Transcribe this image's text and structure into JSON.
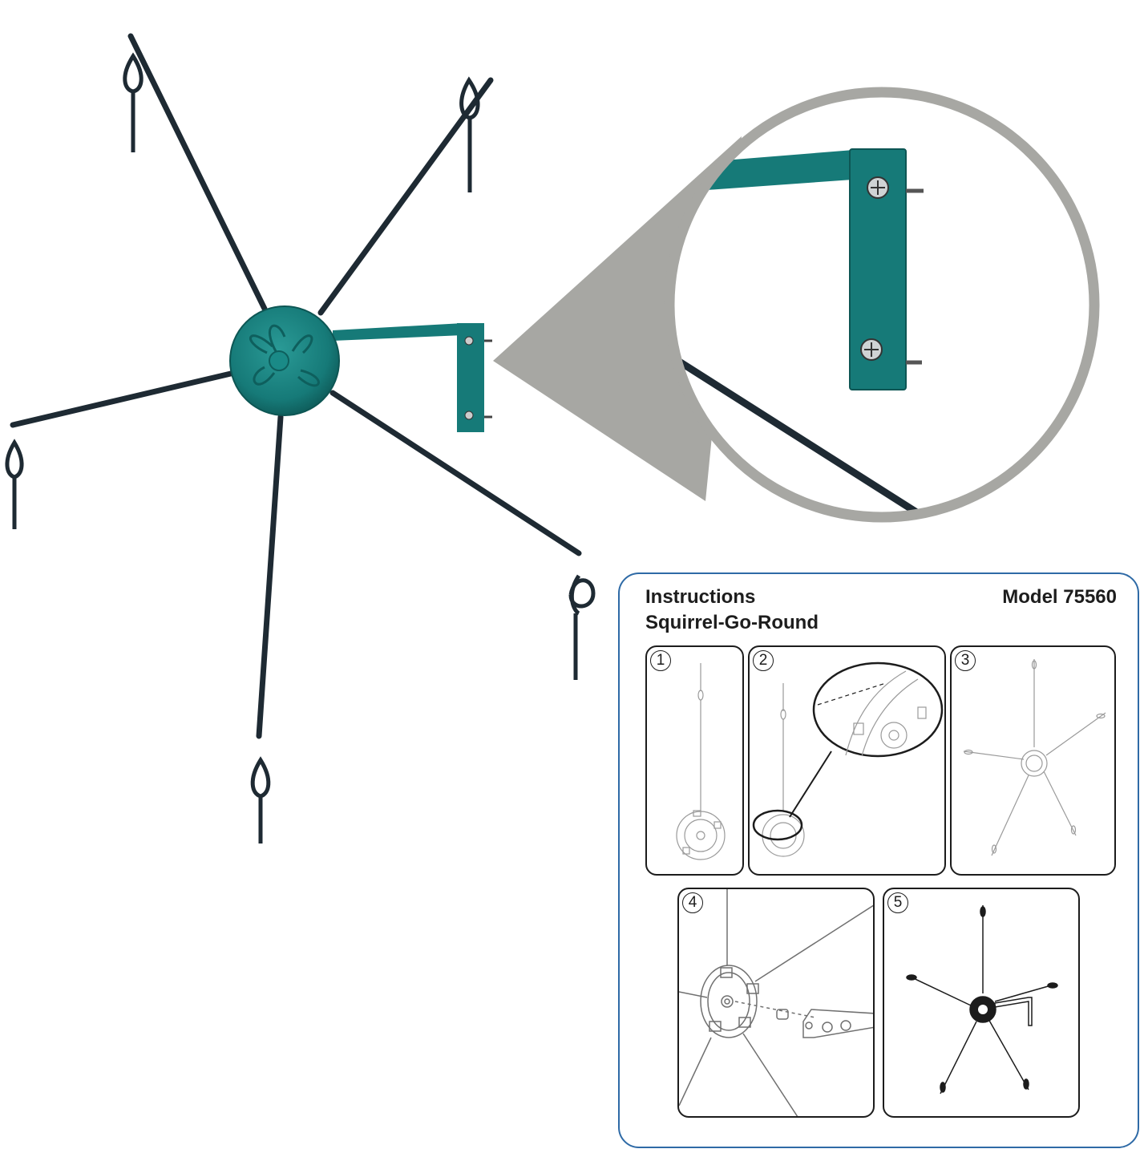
{
  "instructions": {
    "title_line1": "Instructions",
    "title_line2": "Squirrel-Go-Round",
    "model": "Model 75560",
    "steps": [
      {
        "number": "1"
      },
      {
        "number": "2"
      },
      {
        "number": "3"
      },
      {
        "number": "4"
      },
      {
        "number": "5"
      }
    ]
  },
  "colors": {
    "teal": "#167a78",
    "rod": "#1e2a33",
    "callout_gray": "#a7a7a3",
    "frame_blue": "#2e6aa6"
  }
}
